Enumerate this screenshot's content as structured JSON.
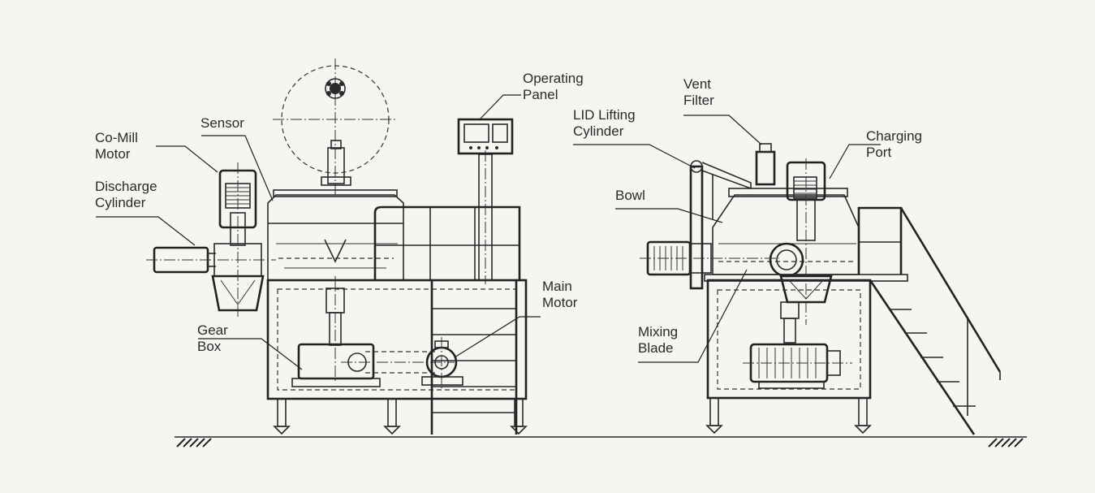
{
  "labels": {
    "co_mill_motor": [
      "Co-Mill",
      "Motor"
    ],
    "discharge_cylinder": [
      "Discharge",
      "Cylinder"
    ],
    "sensor": [
      "Sensor"
    ],
    "operating_panel": [
      "Operating",
      "Panel"
    ],
    "gear_box": [
      "Gear",
      "Box"
    ],
    "main_motor": [
      "Main",
      "Motor"
    ],
    "lid_lifting_cylinder": [
      "LID Lifting",
      "Cylinder"
    ],
    "vent_filter": [
      "Vent",
      "Filter"
    ],
    "charging_port": [
      "Charging",
      "Port"
    ],
    "bowl": [
      "Bowl"
    ],
    "mixing_blade": [
      "Mixing",
      "Blade"
    ]
  }
}
